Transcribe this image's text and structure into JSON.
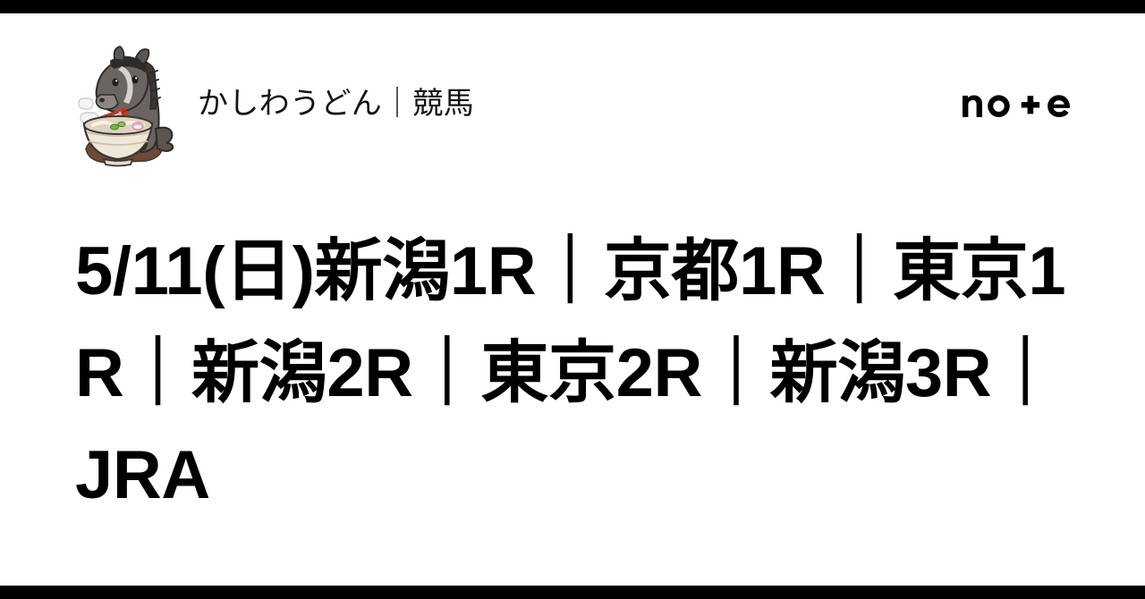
{
  "card": {
    "background_color": "#ffffff",
    "rule_color": "#000000",
    "text_color": "#000000"
  },
  "header": {
    "site_name": "かしわうどん｜競馬",
    "avatar_alt": "horse-eating-udon-avatar",
    "brand_logo_text": "note"
  },
  "headline": {
    "text": "5/11(日)新潟1R｜京都1R｜東京1R｜新潟2R｜東京2R｜新潟3R｜JRA",
    "segments": [
      "5/11(日)新潟1R",
      "京都1R",
      "東京1R",
      "新潟2R",
      "東京2R",
      "新潟3R",
      "JRA"
    ],
    "separator": "｜"
  },
  "colors": {
    "black": "#000000",
    "site_name": "#141414",
    "horse_body": "#6b6561",
    "horse_mane": "#3a3633",
    "horse_muzzle": "#8d8681",
    "bowl_outer": "#efe7d8",
    "bowl_broth": "#ded3c2",
    "noodle": "#f6f1e6",
    "chopstick": "#c0392b",
    "scallion": "#7cb342",
    "kamaboko": "#e8b0bd",
    "table": "#6b4b36",
    "steam": "#efefef"
  }
}
